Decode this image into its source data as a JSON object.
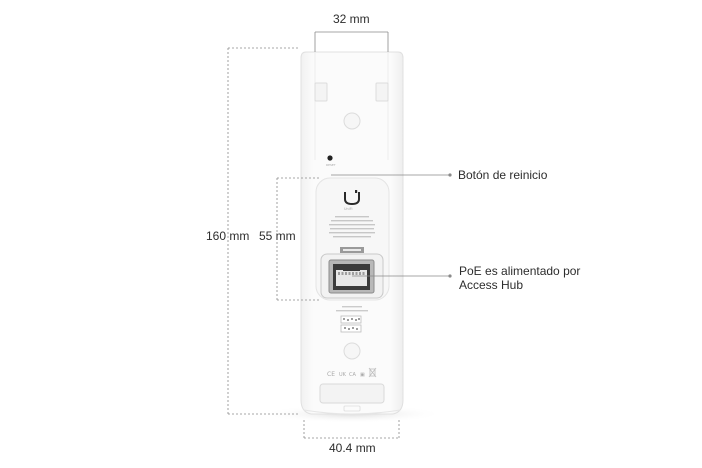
{
  "dimensions": {
    "top_width": "32 mm",
    "total_height": "160 mm",
    "port_height": "55 mm",
    "bottom_width": "40.4 mm"
  },
  "callouts": {
    "reset": "Botón de reinicio",
    "poe_line1": "PoE es alimentado por",
    "poe_line2": "Access Hub"
  },
  "icons": [
    "ubiquiti-logo-icon",
    "ethernet-port-icon",
    "qr-code-icon",
    "ce-mark-icon",
    "recycle-bin-icon"
  ],
  "colors": {
    "device_body": "#fafafa",
    "device_outline": "#e3e3e3",
    "dimension_line": "#8a8a8a",
    "port_frame": "#9b9b9b",
    "port_inner": "#3a3a3a",
    "logo": "#1e6fd9"
  }
}
